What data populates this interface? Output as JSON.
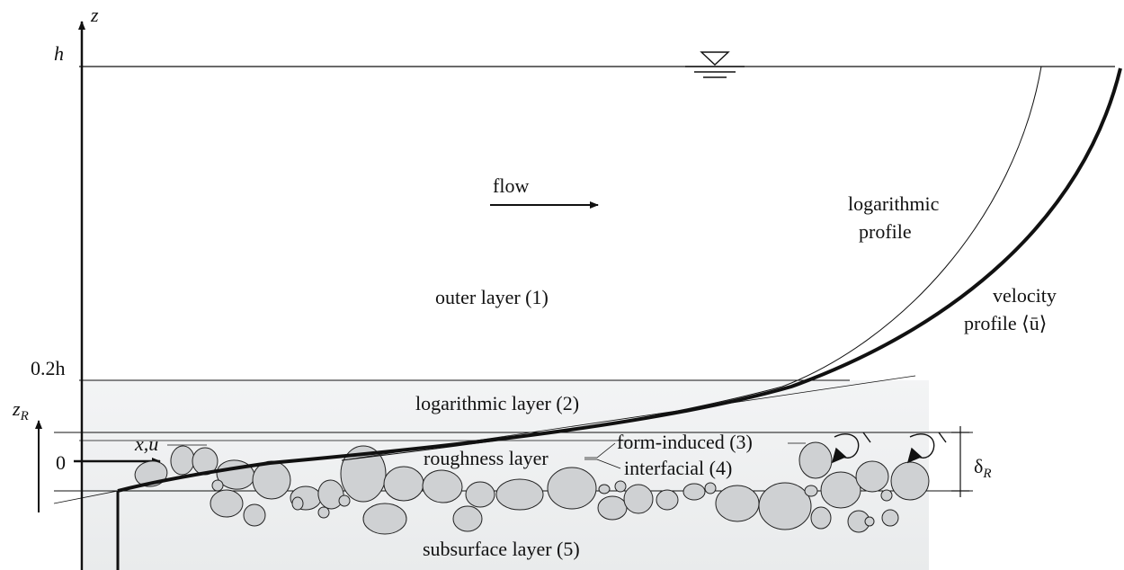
{
  "axes": {
    "z": "z",
    "h": "h",
    "point_two_h": "0.2h",
    "z_r": "z",
    "z_r_sub": "R",
    "zero": "0",
    "xu": "x,u",
    "delta": "δ",
    "delta_sub": "R"
  },
  "labels": {
    "flow": "flow",
    "log_profile_1": "logarithmic",
    "log_profile_2": "profile",
    "velocity_profile_1": "velocity",
    "velocity_profile_2": "profile ⟨ū⟩",
    "outer_layer": "outer layer (1)",
    "logarithmic_layer": "logarithmic layer (2)",
    "form_induced": "form-induced (3)",
    "roughness_layer": "roughness layer",
    "interfacial": "interfacial (4)",
    "subsurface_layer": "subsurface layer (5)"
  },
  "colors": {
    "zone_fill": "#eef0f1",
    "pebble_fill": "#cfd1d3",
    "line": "#111111"
  }
}
